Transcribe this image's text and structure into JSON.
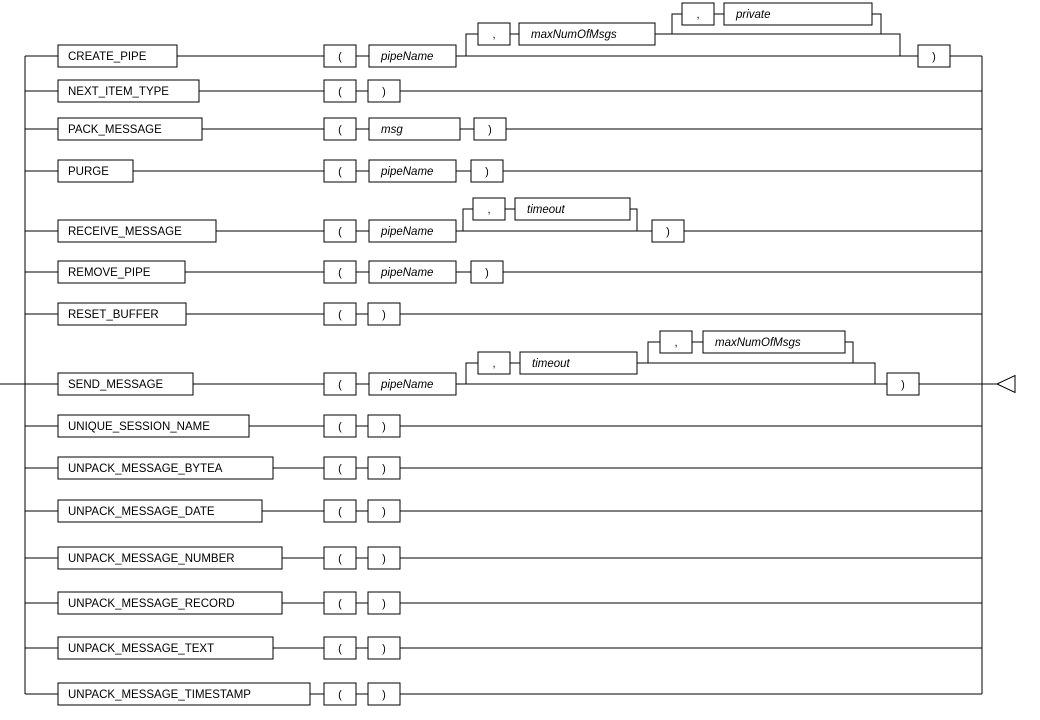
{
  "colors": {
    "background": "#ffffff",
    "line": "#000000",
    "text": "#000000"
  },
  "icons": {
    "end_arrow": "left-triangle-outline"
  },
  "rows": [
    {
      "label": "CREATE_PIPE",
      "open": "(",
      "arg1": "pipeName",
      "opt1_comma": ",",
      "opt1_arg": "maxNumOfMsgs",
      "opt2_comma": ",",
      "opt2_arg": "private",
      "close": ")"
    },
    {
      "label": "NEXT_ITEM_TYPE",
      "open": "(",
      "close": ")"
    },
    {
      "label": "PACK_MESSAGE",
      "open": "(",
      "arg1": "msg",
      "close": ")"
    },
    {
      "label": "PURGE",
      "open": "(",
      "arg1": "pipeName",
      "close": ")"
    },
    {
      "label": "RECEIVE_MESSAGE",
      "open": "(",
      "arg1": "pipeName",
      "opt1_comma": ",",
      "opt1_arg": "timeout",
      "close": ")"
    },
    {
      "label": "REMOVE_PIPE",
      "open": "(",
      "arg1": "pipeName",
      "close": ")"
    },
    {
      "label": "RESET_BUFFER",
      "open": "(",
      "close": ")"
    },
    {
      "label": "SEND_MESSAGE",
      "open": "(",
      "arg1": "pipeName",
      "opt1_comma": ",",
      "opt1_arg": "timeout",
      "opt2_comma": ",",
      "opt2_arg": "maxNumOfMsgs",
      "close": ")"
    },
    {
      "label": "UNIQUE_SESSION_NAME",
      "open": "(",
      "close": ")"
    },
    {
      "label": "UNPACK_MESSAGE_BYTEA",
      "open": "(",
      "close": ")"
    },
    {
      "label": "UNPACK_MESSAGE_DATE",
      "open": "(",
      "close": ")"
    },
    {
      "label": "UNPACK_MESSAGE_NUMBER",
      "open": "(",
      "close": ")"
    },
    {
      "label": "UNPACK_MESSAGE_RECORD",
      "open": "(",
      "close": ")"
    },
    {
      "label": "UNPACK_MESSAGE_TEXT",
      "open": "(",
      "close": ")"
    },
    {
      "label": "UNPACK_MESSAGE_TIMESTAMP",
      "open": "(",
      "close": ")"
    }
  ]
}
